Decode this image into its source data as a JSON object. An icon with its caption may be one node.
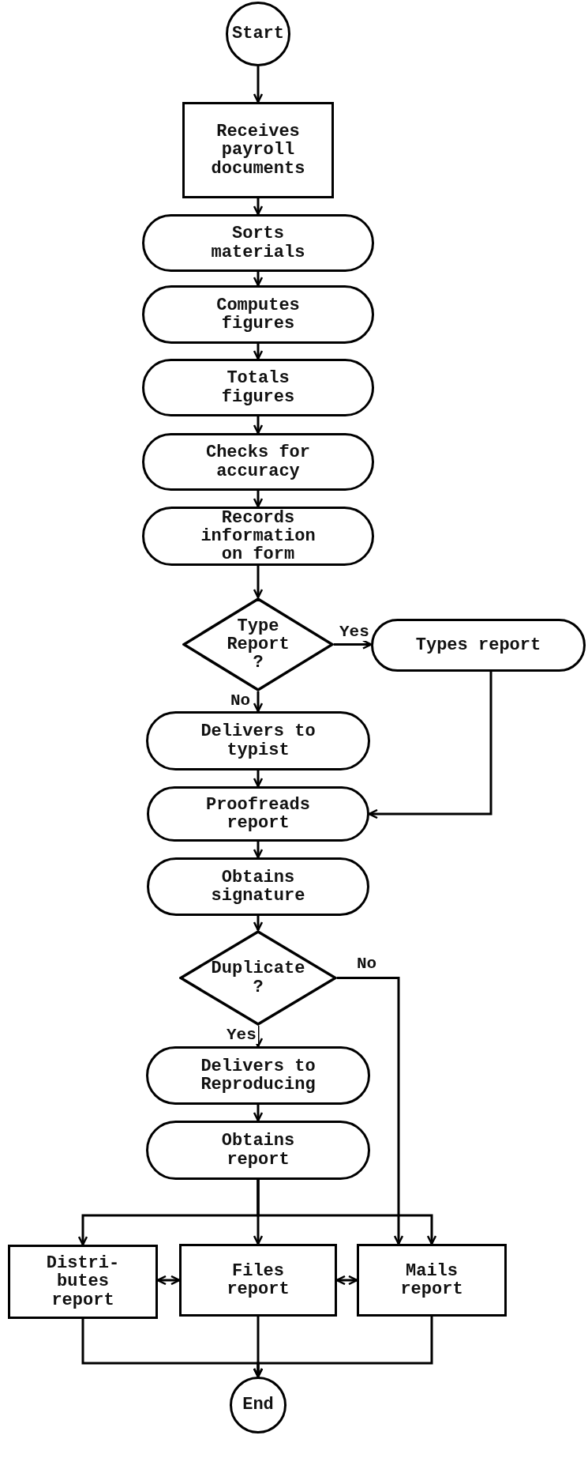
{
  "diagram": {
    "nodes": [
      {
        "text": [
          "Start"
        ]
      },
      {
        "text": [
          "Receives payroll documents"
        ]
      },
      {
        "text": [
          "Sorts materials"
        ]
      },
      {
        "text": [
          "Computes figures"
        ]
      },
      {
        "text": [
          "Totals figures"
        ]
      },
      {
        "text": [
          "Checks for accuracy"
        ]
      },
      {
        "text": [
          "Records information on form"
        ]
      },
      {
        "text": [
          "Type Report ?"
        ]
      },
      {
        "text": [
          "Types report"
        ]
      },
      {
        "text": [
          "Delivers to typist"
        ]
      },
      {
        "text": [
          "Proofreads report"
        ]
      },
      {
        "text": [
          "Obtains signature"
        ]
      },
      {
        "text": [
          "Duplicate ?"
        ]
      },
      {
        "text": [
          "Delivers to Reproducing"
        ]
      },
      {
        "text": [
          "Obtains report"
        ]
      },
      {
        "text": [
          "Distri- butes report"
        ]
      },
      {
        "text": [
          "Files report"
        ]
      },
      {
        "text": [
          "Mails report"
        ]
      },
      {
        "text": [
          "End"
        ]
      }
    ],
    "edges": [
      {
        "from": 0,
        "to": 1,
        "arrow": "to"
      },
      {
        "from": 1,
        "to": 2,
        "arrow": "to"
      },
      {
        "from": 2,
        "to": 3,
        "arrow": "to"
      },
      {
        "from": 3,
        "to": 4,
        "arrow": "to"
      },
      {
        "from": 4,
        "to": 5,
        "arrow": "to"
      },
      {
        "from": 5,
        "to": 6,
        "arrow": "to"
      },
      {
        "from": 6,
        "to": 7,
        "arrow": "to"
      },
      {
        "from": 7,
        "to": 8,
        "arrow": "to",
        "label": "Yes"
      },
      {
        "from": 7,
        "to": 9,
        "arrow": "to",
        "label": "No"
      },
      {
        "from": 8,
        "to": 10,
        "arrow": "to"
      },
      {
        "from": 9,
        "to": 10,
        "arrow": "to"
      },
      {
        "from": 10,
        "to": 11,
        "arrow": "to"
      },
      {
        "from": 11,
        "to": 12,
        "arrow": "to"
      },
      {
        "from": 12,
        "to": 13,
        "arrow": "to",
        "label": "Yes"
      },
      {
        "from": 12,
        "to": 17,
        "arrow": "to",
        "label": "No"
      },
      {
        "from": 13,
        "to": 14,
        "arrow": "to"
      },
      {
        "from": 14,
        "to": 15,
        "arrow": "to"
      },
      {
        "from": 14,
        "to": 16,
        "arrow": "to"
      },
      {
        "from": 14,
        "to": 17,
        "arrow": "to"
      },
      {
        "from": 15,
        "to": 16,
        "arrow": "both"
      },
      {
        "from": 16,
        "to": 17,
        "arrow": "both"
      },
      {
        "from": 15,
        "to": 18,
        "arrow": "to"
      },
      {
        "from": 16,
        "to": 18,
        "arrow": "to"
      },
      {
        "from": 17,
        "to": 18,
        "arrow": "to"
      }
    ]
  }
}
